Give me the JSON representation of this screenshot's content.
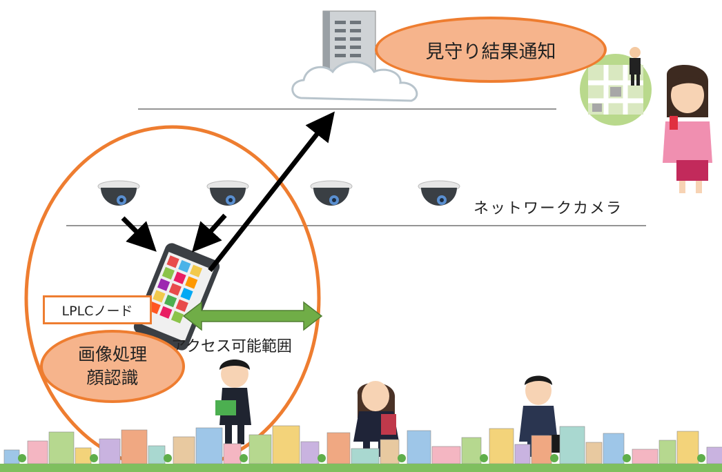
{
  "labels": {
    "notify": "見守り結果通知",
    "camera": "ネットワークカメラ",
    "node": "LPLCノード",
    "process_line1": "画像処理",
    "process_line2": "顔認識",
    "access_range": "アクセス可能範囲"
  },
  "colors": {
    "accent_orange": "#ee7d30",
    "bubble_fill": "#f6b48c",
    "range_arrow": "#70ad47",
    "arrow": "#000000"
  },
  "icons": [
    "server-icon",
    "cloud-icon",
    "dome-camera-icon",
    "smartphone-icon",
    "map-icon",
    "woman-with-phone-icon",
    "student-icon",
    "businesswoman-icon",
    "businessman-icon",
    "town-buildings-icon"
  ]
}
